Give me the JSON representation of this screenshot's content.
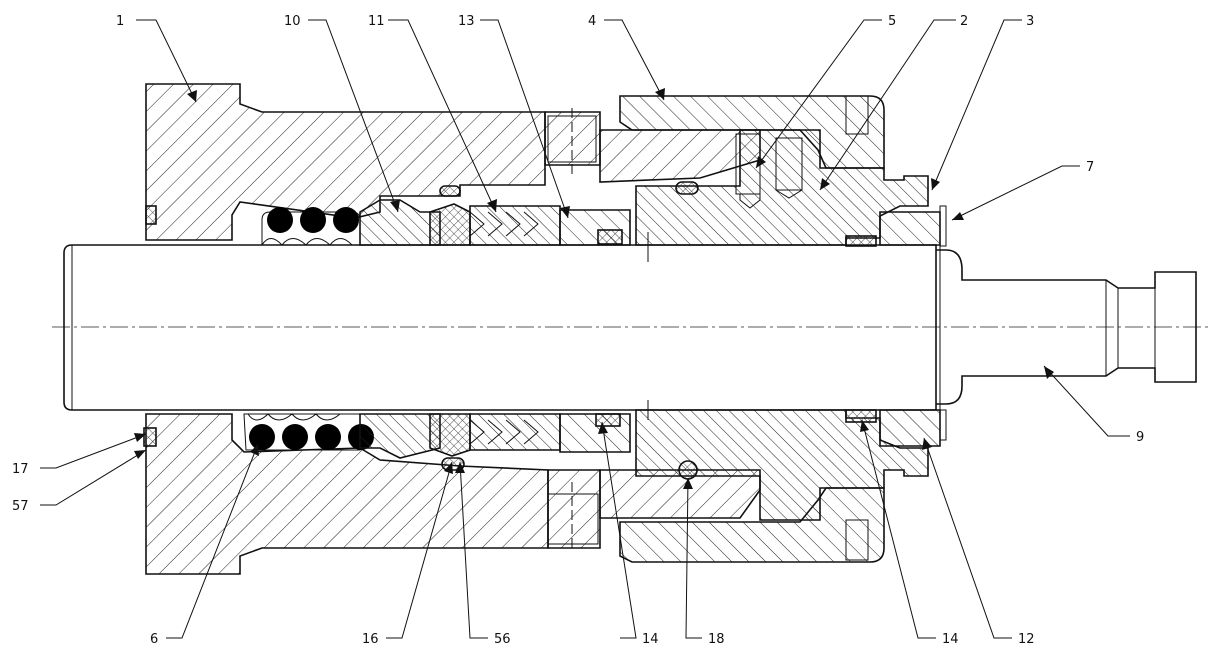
{
  "callouts": [
    {
      "id": "c1",
      "label": "1"
    },
    {
      "id": "c10",
      "label": "10"
    },
    {
      "id": "c11",
      "label": "11"
    },
    {
      "id": "c13",
      "label": "13"
    },
    {
      "id": "c4",
      "label": "4"
    },
    {
      "id": "c5",
      "label": "5"
    },
    {
      "id": "c2",
      "label": "2"
    },
    {
      "id": "c3",
      "label": "3"
    },
    {
      "id": "c7",
      "label": "7"
    },
    {
      "id": "c9",
      "label": "9"
    },
    {
      "id": "c17",
      "label": "17"
    },
    {
      "id": "c57",
      "label": "57"
    },
    {
      "id": "c6",
      "label": "6"
    },
    {
      "id": "c16",
      "label": "16"
    },
    {
      "id": "c56",
      "label": "56"
    },
    {
      "id": "c14a",
      "label": "14"
    },
    {
      "id": "c18",
      "label": "18"
    },
    {
      "id": "c14b",
      "label": "14"
    },
    {
      "id": "c12",
      "label": "12"
    }
  ]
}
